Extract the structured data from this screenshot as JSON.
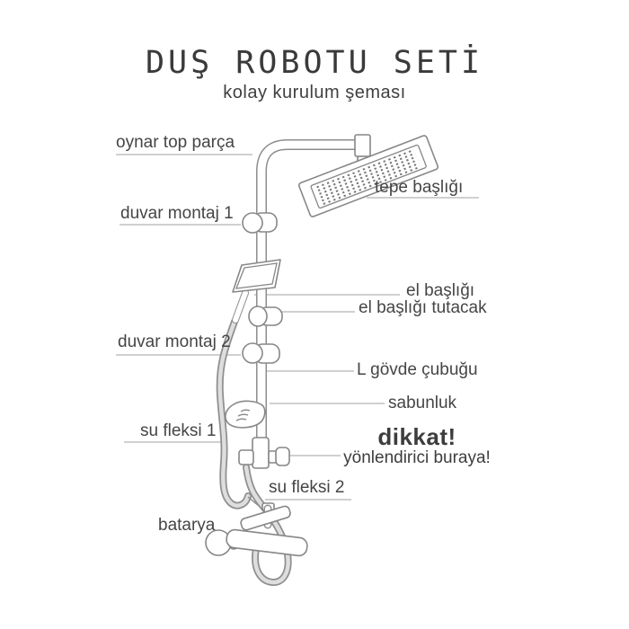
{
  "header": {
    "title": "DUŞ ROBOTU SETİ",
    "subtitle": "kolay kurulum şeması"
  },
  "labels": {
    "oynar_top_parca": "oynar top parça",
    "duvar_montaj_1": "duvar montaj 1",
    "duvar_montaj_2": "duvar montaj 2",
    "su_fleksi_1": "su fleksi 1",
    "batarya": "batarya",
    "tepe_basligi": "tepe başlığı",
    "el_basligi": "el başlığı",
    "el_basligi_tutacak": "el başlığı tutacak",
    "l_govde_cubugu": "L gövde çubuğu",
    "sabunluk": "sabunluk",
    "dikkat": "dikkat!",
    "yonlendirici_buraya": "yönlendirici buraya!",
    "su_fleksi_2": "su fleksi 2"
  },
  "colors": {
    "background": "#ffffff",
    "line_art": "#8d8d8d",
    "label_text": "#454545",
    "title_text": "#3a3a3a",
    "pointer_line": "#b3b3b3"
  }
}
